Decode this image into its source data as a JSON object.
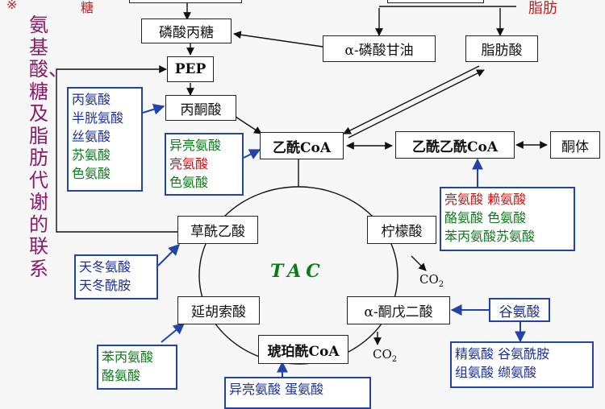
{
  "title_vertical": "氨基酸、糖及脂肪代谢的联系",
  "corner_left": "※",
  "corner_left_2": "糖",
  "corner_right": "脂肪",
  "boxes": {
    "phospho_sugar": "磷酸丙糖",
    "pep": "PEP",
    "pyruvate": "丙酮酸",
    "acetyl_coa": "乙酰CoA",
    "acetoacetyl_coa": "乙酰乙酰CoA",
    "ketone": "酮体",
    "glycerol_phosphate": "α-磷酸甘油",
    "fatty_acid": "脂肪酸",
    "oxaloacetate": "草酰乙酸",
    "citrate": "柠檬酸",
    "fumarate": "延胡索酸",
    "ketoglutarate": "α-酮戊二酸",
    "succinyl_coa": "琥珀酰CoA",
    "glutamate": "谷氨酸"
  },
  "tac": "TAC",
  "co2_a": "CO",
  "co2_b": "CO",
  "co2_sub": "2",
  "groups": {
    "pyruvate_aa": [
      "丙氨酸",
      "半胱氨酸",
      "丝氨酸",
      "苏氨酸",
      "色氨酸"
    ],
    "acetyl_aa": [
      "异亮氨酸",
      "亮氨酸",
      "色氨酸"
    ],
    "ketogenic_aa": [
      "亮氨酸 赖氨酸",
      "酪氨酸 色氨酸",
      "苯丙氨酸苏氨酸"
    ],
    "oxaloacetate_aa": [
      "天冬氨酸",
      "天冬酰胺"
    ],
    "fumarate_aa": [
      "苯丙氨酸",
      "酪氨酸"
    ],
    "succinyl_aa": [
      "异亮氨酸  蛋氨酸"
    ],
    "glutamate_aa": [
      "精氨酸  谷氨酰胺",
      "组氨酸  缬氨酸"
    ]
  }
}
